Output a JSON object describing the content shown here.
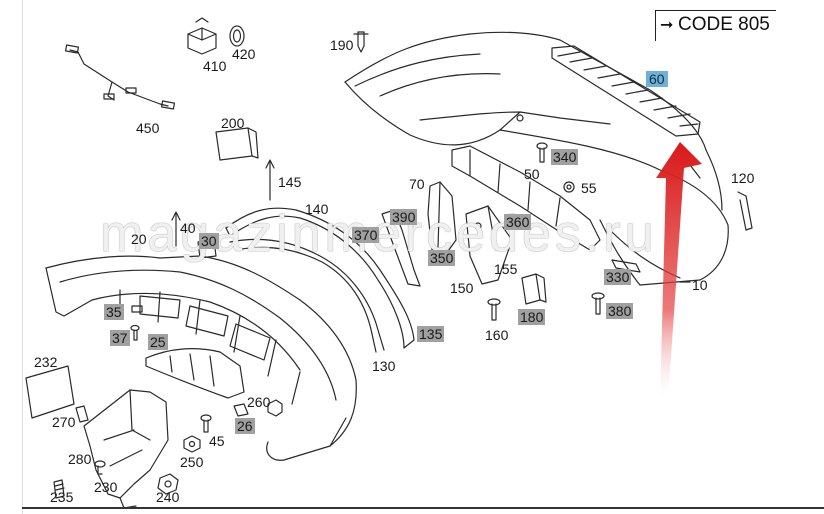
{
  "header": {
    "code_label": "CODE 805"
  },
  "watermark": "magazinmercedes.ru",
  "parts": [
    {
      "id": "p410",
      "label": "410",
      "style": "plain"
    },
    {
      "id": "p420",
      "label": "420",
      "style": "plain"
    },
    {
      "id": "p190",
      "label": "190",
      "style": "plain"
    },
    {
      "id": "p450",
      "label": "450",
      "style": "plain"
    },
    {
      "id": "p200",
      "label": "200",
      "style": "plain"
    },
    {
      "id": "p60",
      "label": "60",
      "style": "blue"
    },
    {
      "id": "p340",
      "label": "340",
      "style": "highlight"
    },
    {
      "id": "p50",
      "label": "50",
      "style": "plain"
    },
    {
      "id": "p55",
      "label": "55",
      "style": "plain"
    },
    {
      "id": "p120",
      "label": "120",
      "style": "plain"
    },
    {
      "id": "p145",
      "label": "145",
      "style": "plain"
    },
    {
      "id": "p140",
      "label": "140",
      "style": "plain"
    },
    {
      "id": "p70",
      "label": "70",
      "style": "plain"
    },
    {
      "id": "p390",
      "label": "390",
      "style": "highlight"
    },
    {
      "id": "p370",
      "label": "370",
      "style": "highlight"
    },
    {
      "id": "p40",
      "label": "40",
      "style": "plain"
    },
    {
      "id": "p20",
      "label": "20",
      "style": "plain"
    },
    {
      "id": "p30",
      "label": "30",
      "style": "highlight"
    },
    {
      "id": "p350",
      "label": "350",
      "style": "highlight"
    },
    {
      "id": "p360",
      "label": "360",
      "style": "highlight"
    },
    {
      "id": "p155",
      "label": "155",
      "style": "plain"
    },
    {
      "id": "p330",
      "label": "330",
      "style": "highlight"
    },
    {
      "id": "p10",
      "label": "10",
      "style": "plain"
    },
    {
      "id": "p150",
      "label": "150",
      "style": "plain"
    },
    {
      "id": "p180",
      "label": "180",
      "style": "highlight"
    },
    {
      "id": "p380",
      "label": "380",
      "style": "highlight"
    },
    {
      "id": "p160",
      "label": "160",
      "style": "plain"
    },
    {
      "id": "p135",
      "label": "135",
      "style": "highlight"
    },
    {
      "id": "p130",
      "label": "130",
      "style": "plain"
    },
    {
      "id": "p35",
      "label": "35",
      "style": "highlight"
    },
    {
      "id": "p37",
      "label": "37",
      "style": "highlight"
    },
    {
      "id": "p25",
      "label": "25",
      "style": "highlight"
    },
    {
      "id": "p232",
      "label": "232",
      "style": "plain"
    },
    {
      "id": "p270",
      "label": "270",
      "style": "plain"
    },
    {
      "id": "p260",
      "label": "260",
      "style": "plain"
    },
    {
      "id": "p26",
      "label": "26",
      "style": "highlight"
    },
    {
      "id": "p45",
      "label": "45",
      "style": "plain"
    },
    {
      "id": "p250",
      "label": "250",
      "style": "plain"
    },
    {
      "id": "p280",
      "label": "280",
      "style": "plain"
    },
    {
      "id": "p230",
      "label": "230",
      "style": "plain"
    },
    {
      "id": "p235",
      "label": "235",
      "style": "plain"
    },
    {
      "id": "p240",
      "label": "240",
      "style": "plain"
    }
  ],
  "colors": {
    "line": "#2a2a2a",
    "highlight_bg": "#a0a0a0",
    "selected_bg": "#6fb0d8",
    "arrow": "#d81818"
  }
}
